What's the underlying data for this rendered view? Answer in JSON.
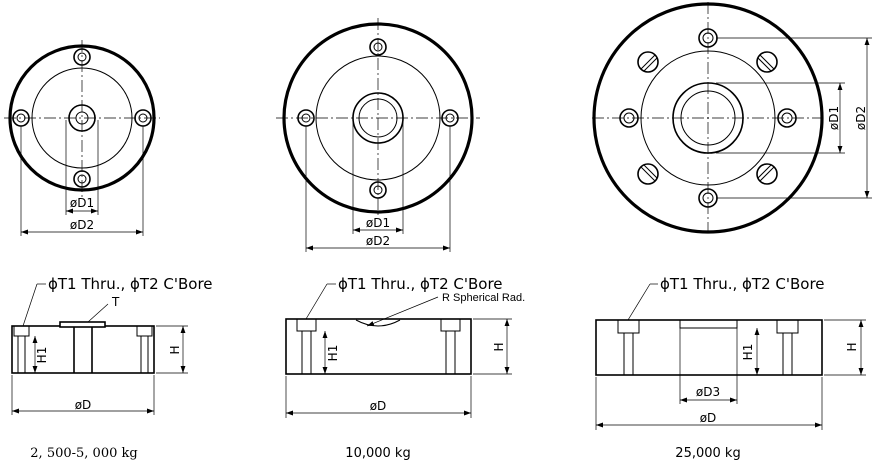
{
  "labels": {
    "d1": "øD1",
    "d2": "øD2",
    "d3": "øD3",
    "d": "øD",
    "h": "H",
    "h1": "H1",
    "t": "T",
    "note": "ϕT1  Thru.,  ϕT2  C'Bore",
    "spherical": "R Spherical Rad."
  },
  "captions": {
    "small_cell": "2, 500-5, 000 kg",
    "medium_cell": "10,000 kg",
    "large_cell": "25,000 kg"
  }
}
